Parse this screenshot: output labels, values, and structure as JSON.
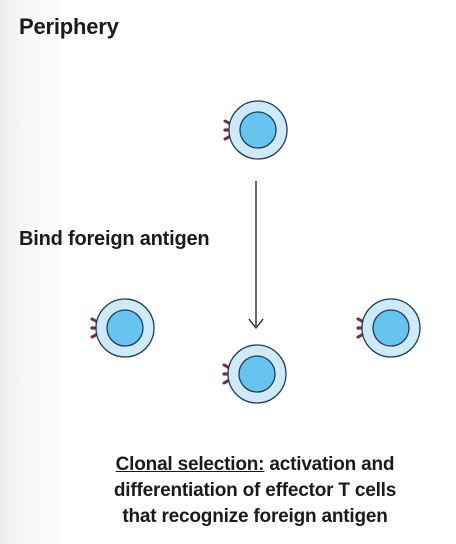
{
  "title": "Periphery",
  "step_label": "Bind foreign antigen",
  "caption": {
    "term": "Clonal selection:",
    "line1_rest": " activation and",
    "line2": "differentiation of effector T cells",
    "line3": "that recognize foreign antigen"
  },
  "colors": {
    "cell_outer": "#cfe9f8",
    "cell_nucleus": "#67c4ef",
    "cell_outline": "#1b3f55",
    "receptor": "#7a2a3a",
    "arrow": "#1a1a1a"
  }
}
